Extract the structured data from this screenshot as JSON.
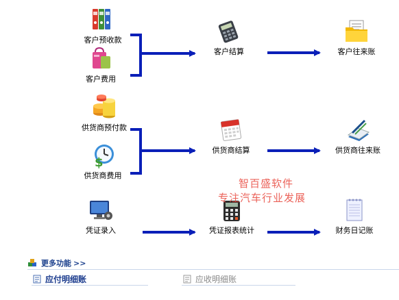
{
  "nodes": {
    "customer_prepay": "客户预收款",
    "customer_fee": "客户费用",
    "customer_settle": "客户结算",
    "customer_ledger": "客户往来账",
    "supplier_prepay": "供货商预付款",
    "supplier_fee": "供货商费用",
    "supplier_settle": "供货商结算",
    "supplier_ledger": "供货商往来账",
    "voucher_entry": "凭证录入",
    "voucher_report": "凭证报表统计",
    "finance_journal": "财务日记账"
  },
  "watermark": {
    "line1": "智百盛软件",
    "line2": "专注汽车行业发展"
  },
  "more": {
    "title": "更多功能",
    "chevron": ">>"
  },
  "links": {
    "payable": "应付明细账",
    "receivable": "应收明细账"
  },
  "colors": {
    "arrow": "#0a1fb8",
    "accent": "#1c3c8e"
  }
}
